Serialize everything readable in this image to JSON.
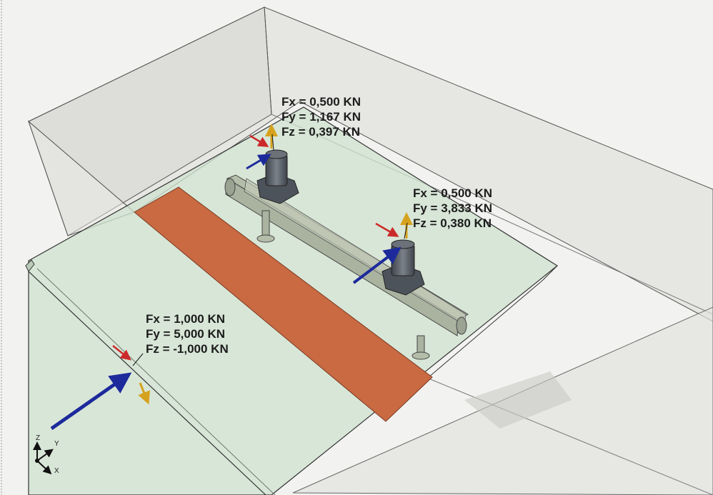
{
  "colors": {
    "background": "#f2f2f0",
    "base_plate": "#cfe1cf",
    "strip": "#c96a43",
    "force_x": "#cc2a2a",
    "force_y": "#1c2a9c",
    "force_z": "#d6a21e",
    "bolt": "#5a6068",
    "channel": "#a9b3a0"
  },
  "loads": [
    {
      "id": "load-bolt-1",
      "fx": "Fx = 0,500 KN",
      "fy": "Fy = 1,167 KN",
      "fz": "Fz = 0,397 KN"
    },
    {
      "id": "load-bolt-2",
      "fx": "Fx = 0,500 KN",
      "fy": "Fy = 3,833 KN",
      "fz": "Fz = 0,380 KN"
    },
    {
      "id": "load-plate-edge",
      "fx": "Fx = 1,000 KN",
      "fy": "Fy = 5,000 KN",
      "fz": "Fz = -1,000 KN"
    }
  ],
  "axis_triad": {
    "x": "X",
    "y": "Y",
    "z": "Z"
  }
}
